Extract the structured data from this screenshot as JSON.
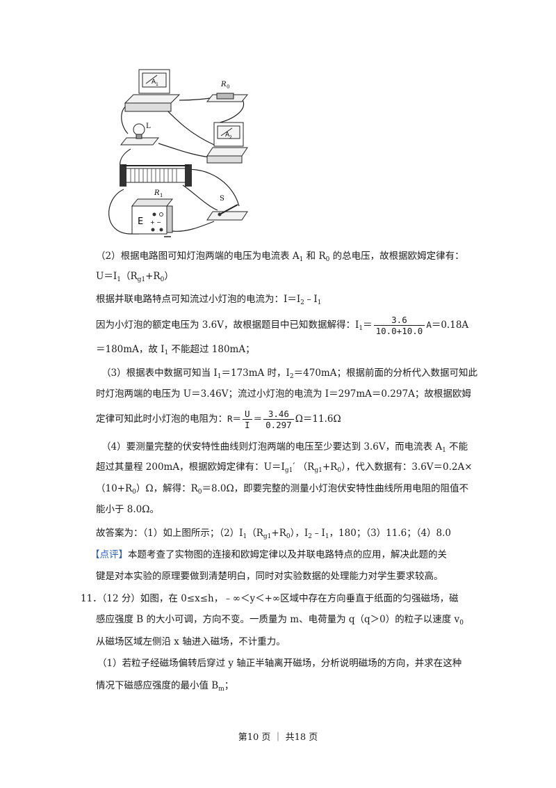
{
  "figure": {
    "labels": {
      "a1": "A",
      "a1_sub": "1",
      "a2": "A",
      "a2_sub": "2",
      "r0": "R",
      "r0_sub": "0",
      "lamp": "L",
      "r1": "R",
      "r1_sub": "1",
      "switch": "S",
      "source": "E",
      "source_terms": "+ −"
    }
  },
  "p2": {
    "l1a": "（2）根据电路图可知灯泡两端的电压为电流表 A",
    "l1sub": "1",
    "l1b": " 和 R",
    "l1sub2": "0",
    "l1c": " 的总电压，故根据欧姆定律有：",
    "l2a": "U＝I",
    "l2sub": "1",
    "l2b": "（R",
    "l2sub2": "g1",
    "l2c": "+R",
    "l2sub3": "0",
    "l2d": "）",
    "l3a": "根据并联电路特点可知流过小灯泡的电流为：I＝I",
    "l3sub": "2",
    "l3b": "﹣I",
    "l3sub2": "1",
    "l4a": "因为小灯泡的额定电压为 3.6V，故根据题目中已知数据解得：I",
    "l4sub": "1",
    "l4b": "＝",
    "frac_num": "3.6",
    "frac_den": "10.0+10.0",
    "l4unit": "A",
    "l4c": "＝0.18A",
    "l5a": "＝180mA，故 I",
    "l5sub": "1",
    "l5b": " 不能超过 180mA；"
  },
  "p3": {
    "l1a": "（3）根据表中数据可知当 I",
    "l1sub": "1",
    "l1b": "＝173mA 时，I",
    "l1sub2": "2",
    "l1c": "＝470mA；根据前面的分析代入数据可知此",
    "l2": "时灯泡两端的电压为 U＝3.46V；流过小灯泡的电流为 I＝297mA＝0.297A；故根据欧姆",
    "l3a": "定律可知此时小灯泡的电阻为：",
    "r_eq": "R＝",
    "f1_num": "U",
    "f1_den": "I",
    "eq": "＝",
    "f2_num": "3.46",
    "f2_den": "0.297",
    "l3b": "Ω＝11.6Ω"
  },
  "p4": {
    "l1a": "（4）要测量完整的伏安特性曲线则灯泡两端的电压至少要达到 3.6V，而电流表 A",
    "l1sub": "1",
    "l1b": " 不能",
    "l2a": "超过其量程 200mA，根据欧姆定律有：U＝I",
    "l2sub": "g1",
    "l2b": "′  （R",
    "l2sub2": "g1",
    "l2c": "+R",
    "l2sub3": "0",
    "l2d": "），代入数据有：3.6V＝0.2A×",
    "l3a": "（10+R",
    "l3sub": "0",
    "l3b": "）Ω，解得：R",
    "l3sub2": "0",
    "l3c": "＝8.0Ω，即要完整的测量小灯泡伏安特性曲线所用电阻的阻值不",
    "l4": "能小于 8.0Ω。"
  },
  "answer": {
    "a": "故答案为：（1）如上图所示；（2）I",
    "sub1": "1",
    "b": "（R",
    "sub2": "g1",
    "c": "+R",
    "sub3": "0",
    "d": "），I",
    "sub4": "2",
    "e": "﹣I",
    "sub5": "1",
    "f": "，180；（3）11.6；（4）8.0"
  },
  "comment": {
    "tag": "【点评】",
    "l1": "本题考查了实物图的连接和欧姆定律以及并联电路特点的应用，解决此题的关",
    "l2": "键是对本实验的原理要做到清楚明白，同时对实验数据的处理能力对学生要求较高。"
  },
  "q11": {
    "l1": "11．（12 分）如图，在 0≤x≤h，﹣∞＜y＜+∞区域中存在方向垂直于纸面的匀强磁场，磁",
    "l2": "感应强度 B 的大小可调，方向不变。一质量为 m、电荷量为 q（q＞0）的粒子以速度 v",
    "l2sub": "0",
    "l3": "从磁场区域左侧沿 x 轴进入磁场，不计重力。",
    "l4": "（1）若粒子经磁场偏转后穿过 y 轴正半轴离开磁场，分析说明磁场的方向，并求在这种",
    "l5a": "情况下磁感应强度的最小值 B",
    "l5sub": "m",
    "l5b": "；"
  },
  "footer": {
    "text": "第10 页 ｜ 共18 页"
  }
}
